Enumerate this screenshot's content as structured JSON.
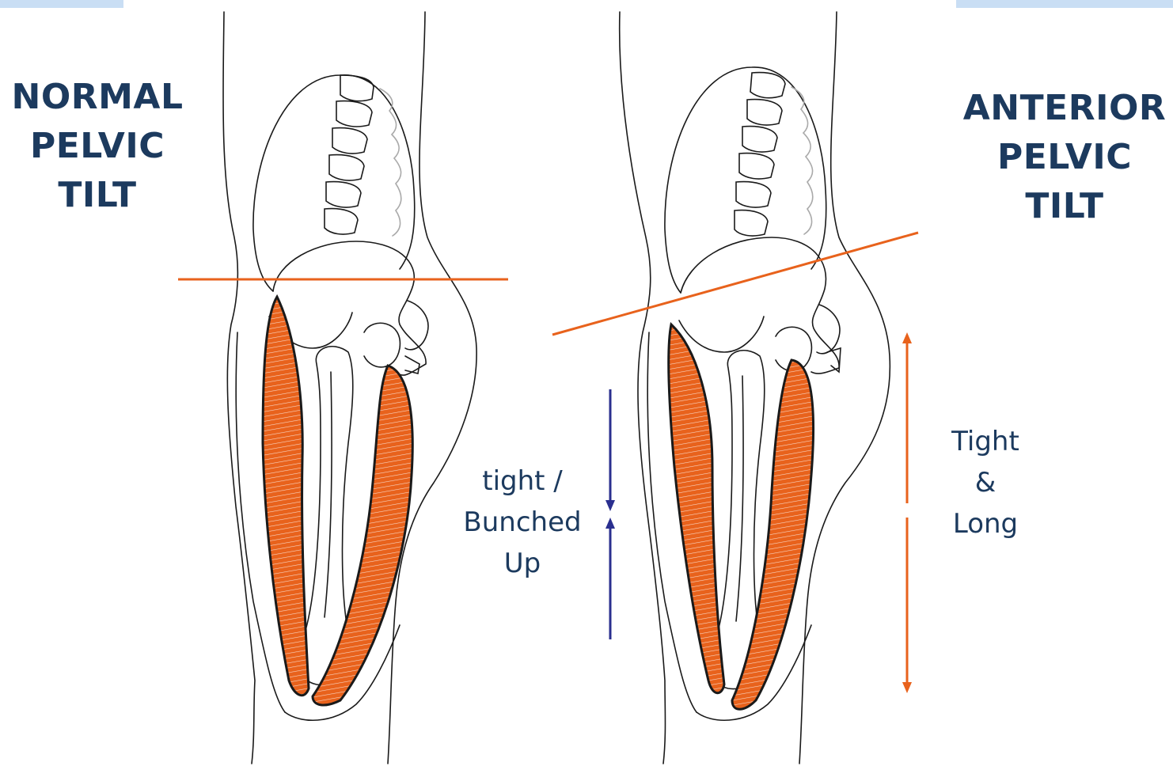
{
  "left_figure": {
    "title_lines": [
      "NORMAL",
      "PELVIC",
      "TILT"
    ],
    "annotation_lines": [
      "tight /",
      "Bunched",
      "Up"
    ]
  },
  "right_figure": {
    "title_lines": [
      "ANTERIOR",
      "PELVIC",
      "TILT"
    ],
    "annotation_lines": [
      "Tight",
      "&",
      "Long"
    ]
  },
  "colors": {
    "muscle": "#e8621c",
    "outline": "#1a1a1a",
    "navy_text": "#1c3a5e",
    "pelvic_line": "#e8621c",
    "short_arrow": "#2a2f8f",
    "long_arrow": "#e8621c",
    "top_bar": "#c9def4"
  }
}
